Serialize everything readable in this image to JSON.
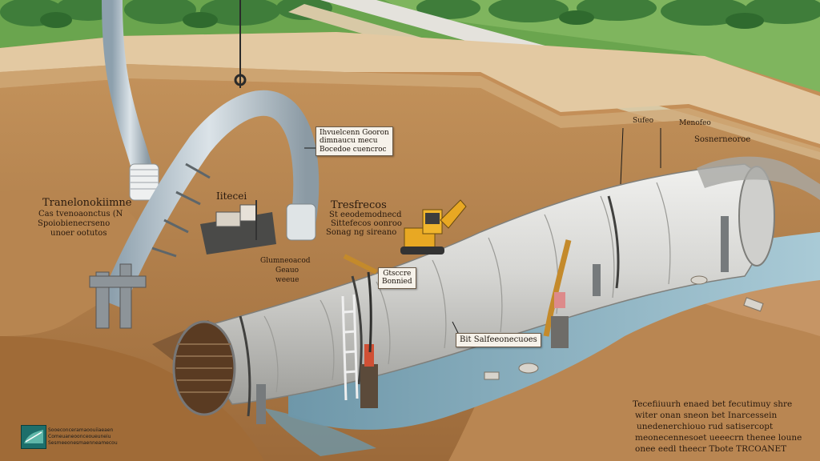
{
  "labels": {
    "top_left": {
      "title": "Tranelonokiimne",
      "line2": "Cas tvenoaonctus (N",
      "line3": "Spoiobienecrseno",
      "line4": "unoer ootutos"
    },
    "trench_box": {
      "line1": "Ihvuelcenn Gooron",
      "line2": "dimnaucu mecu",
      "line3": "Bocedoe cuencroc"
    },
    "machine": "Iitecei",
    "center": {
      "title": "Tresfrecos",
      "line2": "St eeodemodnecd",
      "line3": "Sittefecos oonroo",
      "line4": "Sonag ng sireano"
    },
    "lower_center": {
      "line1": "Glumneoacod",
      "line2": "Geauo",
      "line3": "weeue"
    },
    "pipe_box": {
      "line1": "Gtsccre",
      "line2": "Bonnied"
    },
    "water_box": "Bit Salfeeonecuoes",
    "top_right": {
      "a": "Sufeo",
      "b": "Menofeo",
      "c": "Sosnerneoroe"
    },
    "bottom_right": {
      "line1": "Tecefiiuurh enaed bet fecutimuy shre",
      "line2": "witer onan sneon bet Inarcessein",
      "line3": "unedenerchiouo rud satisercopt",
      "line4": "meonecennesoet ueeecrn thenee loune",
      "line5": "onee eedl theecr Tbote TRCOANET"
    },
    "logo_text": {
      "line1": "Sooeconceramaoouiiaeaen",
      "line2": "Comeuaneoonceoueuneiu",
      "line3": "Sesmeeonesmaenneamecou"
    }
  },
  "colors": {
    "soil": "#b07a44",
    "grass": "#5f9a46",
    "pipe": "#d9d9d6",
    "water": "#8fb7c8"
  },
  "icons": [
    "excavator-icon",
    "logo-icon"
  ]
}
